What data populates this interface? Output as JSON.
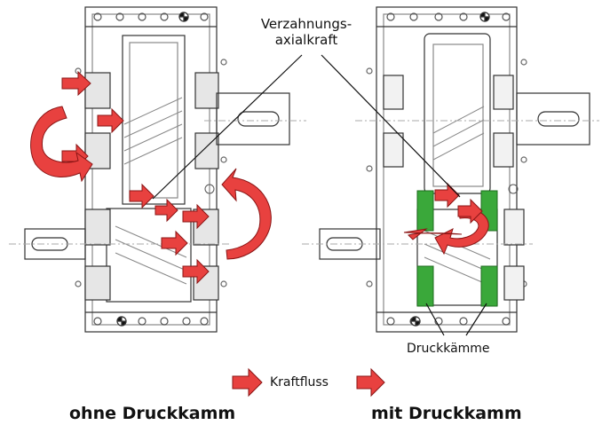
{
  "labels": {
    "callout_line1": "Verzahnungs-",
    "callout_line2": "axialkraft",
    "druckkaemme": "Druckkämme",
    "legend": "Kraftfluss",
    "caption_left": "ohne Druckkamm",
    "caption_right": "mit Druckkamm"
  },
  "colors": {
    "arrow_fill": "#e8413f",
    "arrow_stroke": "#8a1515",
    "comb_green": "#3aa83a",
    "line": "#333333",
    "light_line": "#9a9a9a"
  }
}
